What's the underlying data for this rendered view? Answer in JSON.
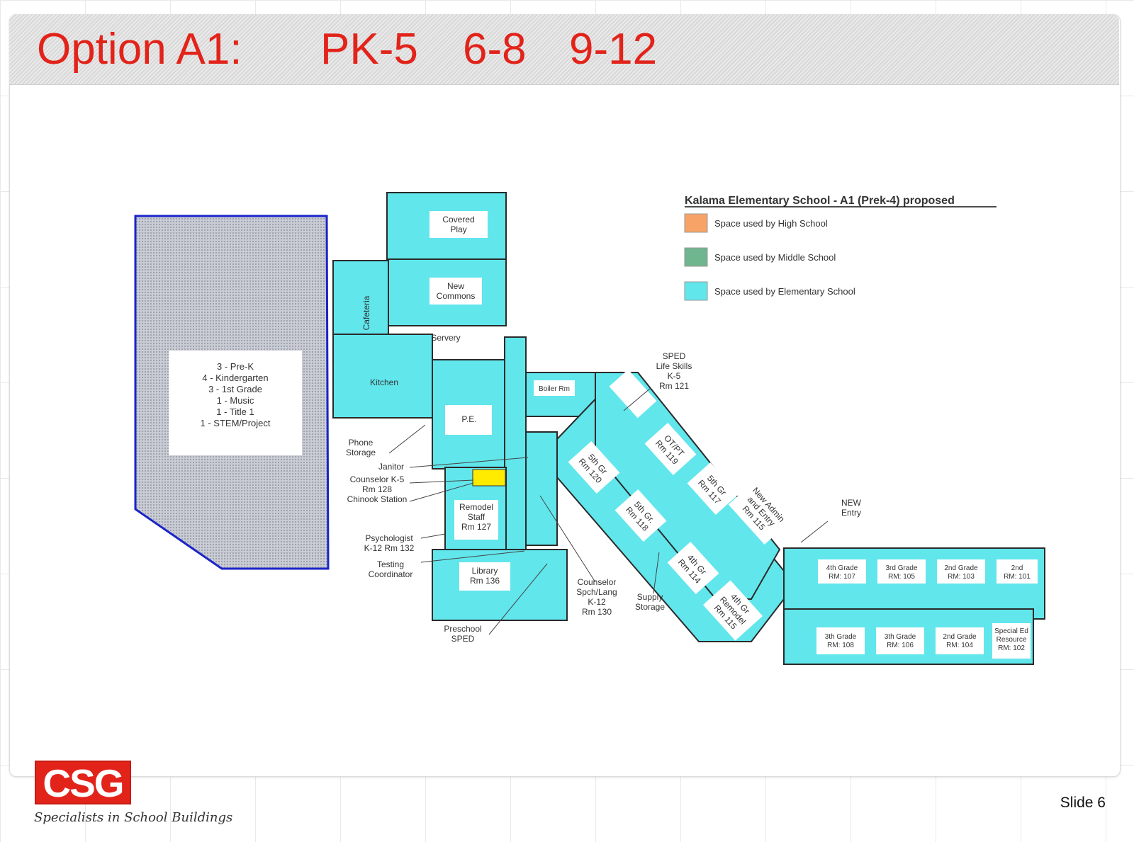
{
  "slide": {
    "title": {
      "option": "Option A1:",
      "grade_band_1": "PK-5",
      "grade_band_2": "6-8",
      "grade_band_3": "9-12"
    },
    "slide_number": "Slide 6",
    "logo_text": "CSG",
    "tagline": "Specialists in School Buildings"
  },
  "colors": {
    "title_red": "#e2231a",
    "high_school": "#f7a367",
    "middle_school": "#6fb58d",
    "elementary_school": "#61e6ec",
    "portable_outline": "#1a24c8",
    "counselor_highlight": "#ffeb00"
  },
  "legend": {
    "title": "Kalama Elementary School - A1 (Prek-4) proposed",
    "items": [
      {
        "label": "Space used by High School"
      },
      {
        "label": "Space used by Middle School"
      },
      {
        "label": "Space used by Elementary School"
      }
    ]
  },
  "portable_box": {
    "lines": [
      "3 - Pre-K",
      "4 - Kindergarten",
      "3 - 1st Grade",
      "1 - Music",
      "1 - Title 1",
      "1 - STEM/Project"
    ]
  },
  "rooms": {
    "covered_play": [
      "Covered",
      "Play"
    ],
    "new_commons": [
      "New",
      "Commons"
    ],
    "cafeteria": "Cafeteria",
    "servery": "Servery",
    "kitchen": "Kitchen",
    "pe": "P.E.",
    "boiler": "Boiler Rm",
    "remodel_staff": [
      "Remodel",
      "Staff",
      "Rm 127"
    ],
    "library": [
      "Library",
      "Rm 136"
    ],
    "rm120": [
      "5th Gr",
      "Rm 120"
    ],
    "rm119": [
      "OT/PT",
      "Rm 119"
    ],
    "rm117": [
      "5th Gr",
      "Rm 117"
    ],
    "rm118": [
      "5th Gr.",
      "Rm 118"
    ],
    "rm114": [
      "4th Gr",
      "Rm 114"
    ],
    "rm115": [
      "4th Gr",
      "Remodel",
      "Rm 115"
    ],
    "admin": [
      "New Admin",
      "and Entry",
      "Rm 115"
    ],
    "rm107": [
      "4th Grade",
      "RM: 107"
    ],
    "rm105": [
      "3rd Grade",
      "RM: 105"
    ],
    "rm103": [
      "2nd Grade",
      "RM: 103"
    ],
    "rm101": [
      "2nd",
      "RM: 101"
    ],
    "rm108": [
      "3th Grade",
      "RM: 108"
    ],
    "rm106": [
      "3th Grade",
      "RM: 106"
    ],
    "rm104": [
      "2nd Grade",
      "RM: 104"
    ],
    "rm102": [
      "Special Ed",
      "Resource",
      "RM: 102"
    ]
  },
  "callouts": {
    "sped": [
      "SPED",
      "Life Skills",
      "K-5",
      "Rm 121"
    ],
    "phone_storage": [
      "Phone",
      "Storage"
    ],
    "janitor": "Janitor",
    "counselor_k5": [
      "Counselor K-5",
      "Rm 128",
      "Chinook Station"
    ],
    "psychologist": [
      "Psychologist",
      "K-12 Rm 132"
    ],
    "testing": [
      "Testing",
      "Coordinator"
    ],
    "preschool_sped": [
      "Preschool",
      "SPED"
    ],
    "counselor_spch": [
      "Counselor",
      "Spch/Lang",
      "K-12",
      "Rm 130"
    ],
    "supply_storage": [
      "Supply",
      "Storage"
    ],
    "new_entry": [
      "NEW",
      "Entry"
    ]
  }
}
